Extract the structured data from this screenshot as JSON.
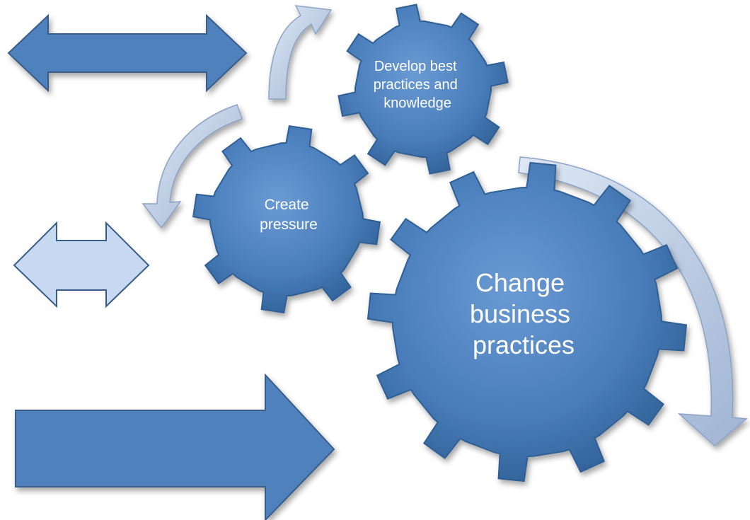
{
  "diagram": {
    "gears": [
      {
        "id": "develop",
        "label_lines": [
          "Develop best",
          "practices and",
          "knowledge"
        ]
      },
      {
        "id": "pressure",
        "label_lines": [
          "Create",
          "pressure"
        ]
      },
      {
        "id": "change",
        "label_lines": [
          "Change",
          "business",
          "practices"
        ]
      }
    ],
    "colors": {
      "gear_fill": "#4a7ebb",
      "gear_stroke": "#2f5f95",
      "arrow_dark": "#4f81bd",
      "arrow_light": "#c6d9f1",
      "curve_arrow": "#b8c8e0"
    }
  }
}
